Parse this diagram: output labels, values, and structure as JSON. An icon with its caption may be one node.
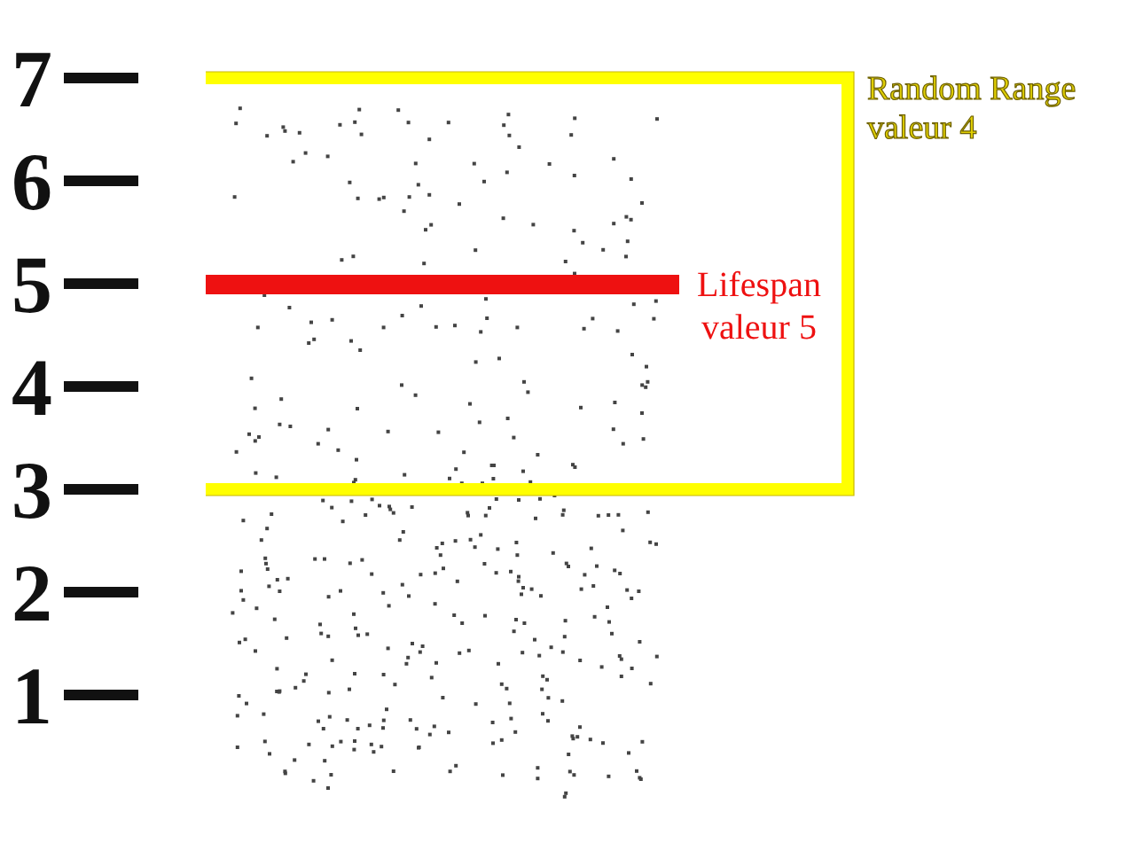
{
  "diagram": {
    "labels": [
      "7",
      "Random Range valeur 4",
      "6",
      "5",
      "Lifespan valeur 5",
      "4",
      "3",
      "2",
      "1"
    ]
  }
}
